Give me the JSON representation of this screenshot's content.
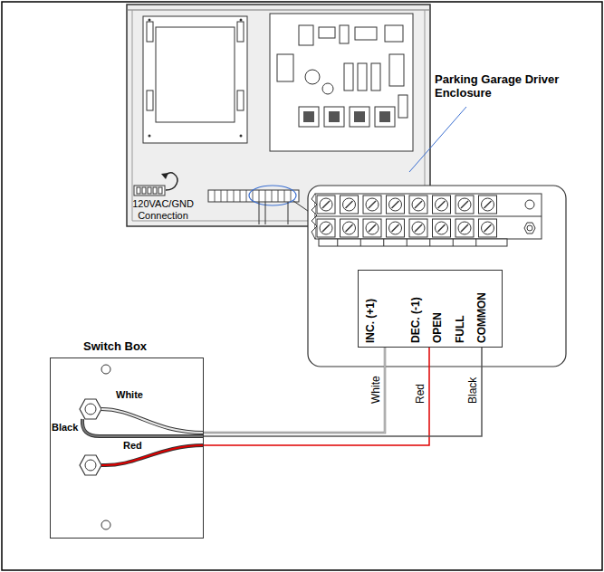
{
  "diagram": {
    "nodes": [
      {
        "text": [
          "Switch Box"
        ]
      },
      {
        "text": [
          "INC. (+1)",
          "DEC. (-1)",
          "OPEN",
          "FULL",
          "COMMON"
        ]
      }
    ],
    "edges": [
      {
        "from": 0,
        "to": 1,
        "arrow": "none",
        "label": "White"
      },
      {
        "from": 0,
        "to": 1,
        "arrow": "none",
        "label": "Red"
      },
      {
        "from": 0,
        "to": 1,
        "arrow": "none",
        "label": "Black"
      }
    ],
    "labels": [
      "Parking Garage Driver Enclosure",
      "120VAC/GND Connection",
      "White",
      "Black",
      "Red"
    ]
  }
}
